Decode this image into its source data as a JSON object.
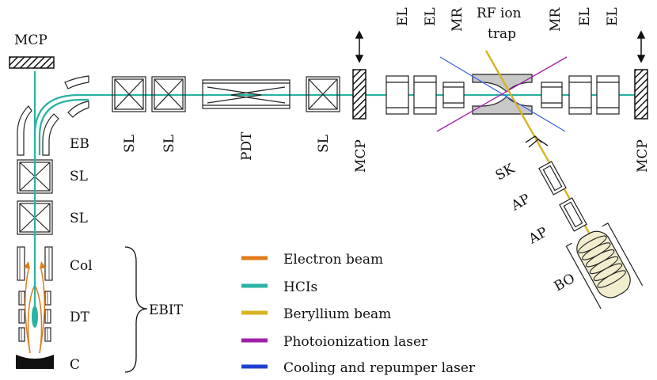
{
  "labels": {
    "mcp_left": "MCP",
    "eb": "EB",
    "sl_v1": "SL",
    "sl_v2": "SL",
    "sl_h1": "SL",
    "sl_h2": "SL",
    "pdt": "PDT",
    "sl_h3": "SL",
    "mcp_mid": "MCP",
    "el1": "EL",
    "el2": "EL",
    "mr1": "MR",
    "rf_trap_line1": "RF ion",
    "rf_trap_line2": "trap",
    "mr2": "MR",
    "el3": "EL",
    "el4": "EL",
    "mcp_right": "MCP",
    "sk": "SK",
    "ap1": "AP",
    "ap2": "AP",
    "bo": "BO",
    "col": "Col",
    "dt": "DT",
    "c": "C",
    "ebit": "EBIT"
  },
  "legend": [
    {
      "label": "Electron beam",
      "color": "#e07b1a"
    },
    {
      "label": "HCIs",
      "color": "#2ab3a3"
    },
    {
      "label": "Beryllium beam",
      "color": "#d9b21f"
    },
    {
      "label": "Photoionization laser",
      "color": "#a21fa8"
    },
    {
      "label": "Cooling and repumper laser",
      "color": "#1f3fd0"
    }
  ],
  "colors": {
    "hci": "#2ab3a3",
    "electron": "#e07b1a",
    "beryllium": "#d9b21f",
    "photoionization": "#a21fa8",
    "cooling": "#3f63e0"
  }
}
